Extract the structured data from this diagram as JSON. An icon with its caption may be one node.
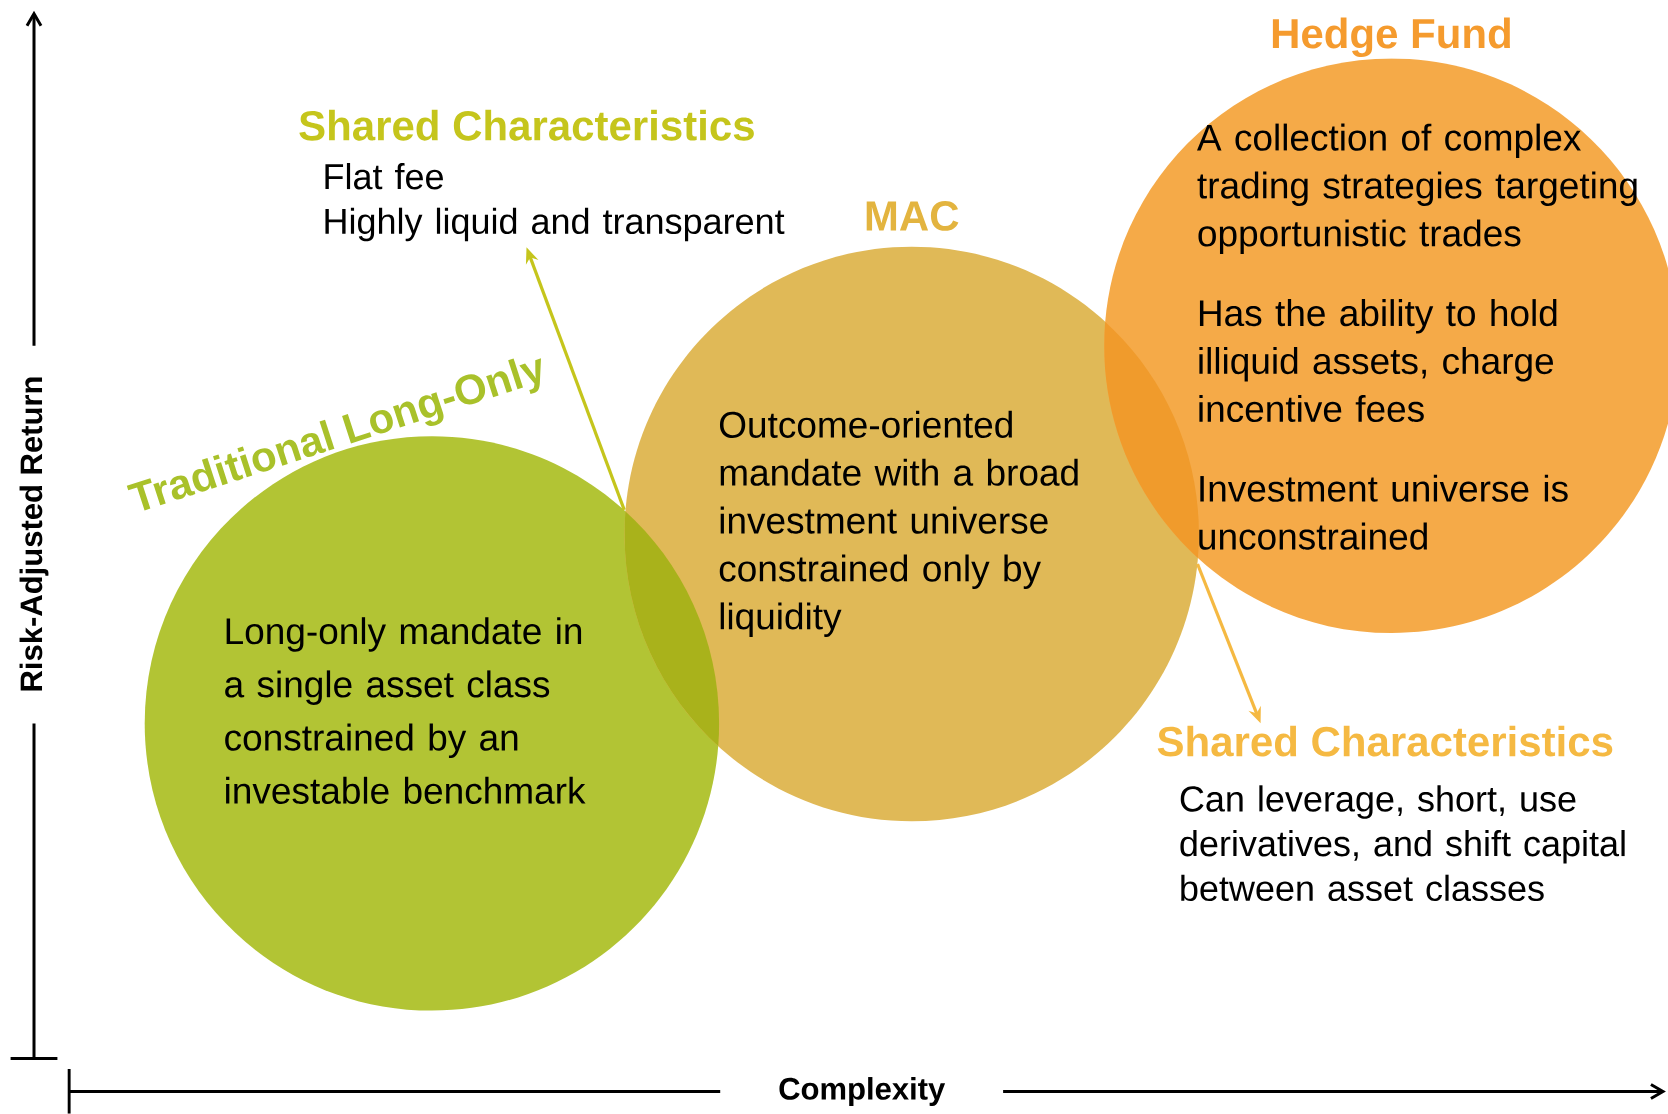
{
  "diagram": {
    "nodes": [
      {
        "text": [
          "Traditional Long-Only",
          "Long-only mandate in a single asset class constrained by an investable benchmark"
        ]
      },
      {
        "text": [
          "MAC",
          "Outcome-oriented mandate with a broad investment universe constrained only by liquidity"
        ]
      },
      {
        "text": [
          "Hedge Fund",
          "A collection of complex trading strategies targeting opportunistic trades",
          "Has the ability to hold illiquid assets, charge incentive fees",
          "Investment universe is unconstrained"
        ]
      },
      {
        "text": [
          "Shared Characteristics",
          "Flat fee",
          "Highly liquid and transparent"
        ]
      },
      {
        "text": [
          "Shared Characteristics",
          "Can leverage, short, use derivatives, and shift capital between asset classes"
        ]
      }
    ],
    "edges": [
      {
        "from": 0,
        "to": 3,
        "arrow": "to",
        "color": "#c5c51c"
      },
      {
        "from": 1,
        "to": 4,
        "arrow": "to",
        "color": "#f5b942"
      }
    ],
    "labels": [
      "Risk-Adjusted Return",
      "Complexity"
    ]
  }
}
